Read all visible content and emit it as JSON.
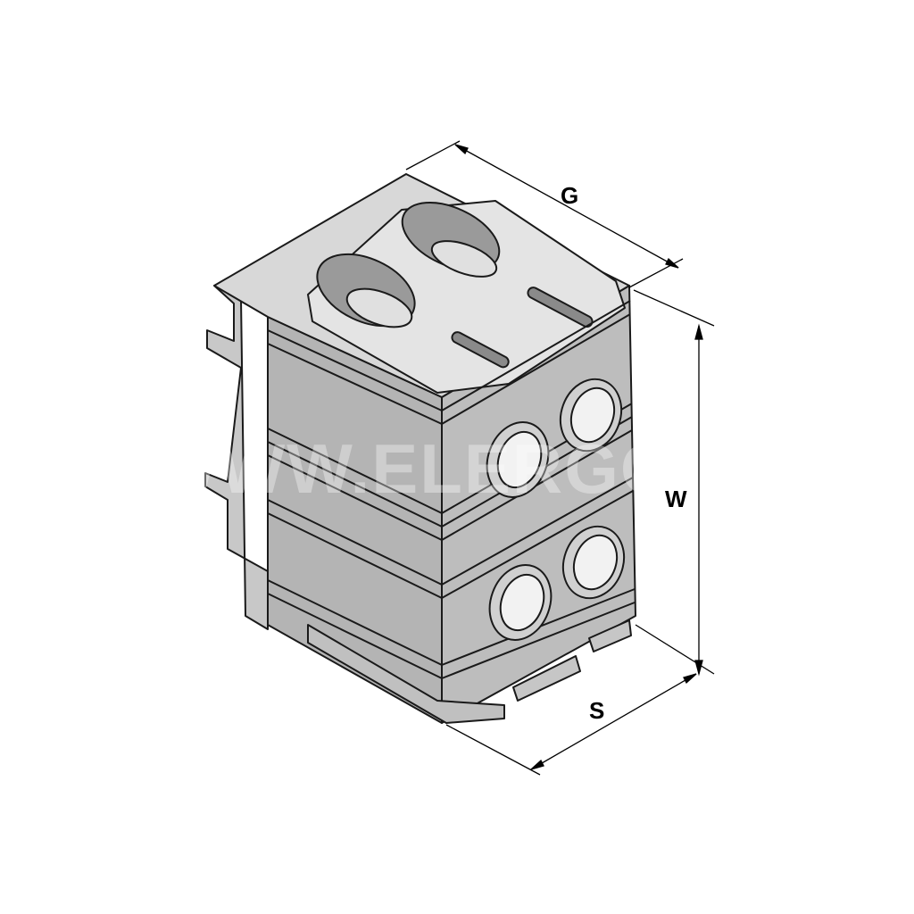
{
  "drawing": {
    "dimensions": {
      "g": "G",
      "w": "W",
      "s": "S"
    },
    "watermark": "WWW.ELERGON.COM",
    "colors": {
      "body": "#b8b8b8",
      "body_dark": "#a4a4a4",
      "top": "#dcdcdc",
      "outline": "#1a1a1a"
    }
  }
}
